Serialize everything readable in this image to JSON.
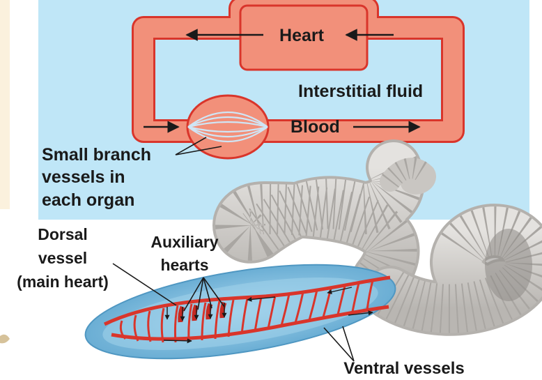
{
  "colors": {
    "panel_background": "#bfe6f7",
    "left_strip": "#fbf1dd",
    "vessel_fill": "#f2907a",
    "vessel_stroke": "#d9352b",
    "worm_body": "#d2cfcb",
    "worm_ring": "#a9a6a2",
    "cutaway_fluid": "#6fb3d6",
    "label_text": "#1a1a1a"
  },
  "schematic": {
    "heart_label": "Heart",
    "interstitial_label": "Interstitial fluid",
    "blood_label": "Blood",
    "branch_label_lines": [
      "Small branch",
      "vessels in",
      "each organ"
    ]
  },
  "worm": {
    "dorsal_label_lines": [
      "Dorsal",
      "vessel",
      "(main heart)"
    ],
    "auxiliary_label_lines": [
      "Auxiliary",
      "hearts"
    ],
    "ventral_label": "Ventral vessels"
  }
}
